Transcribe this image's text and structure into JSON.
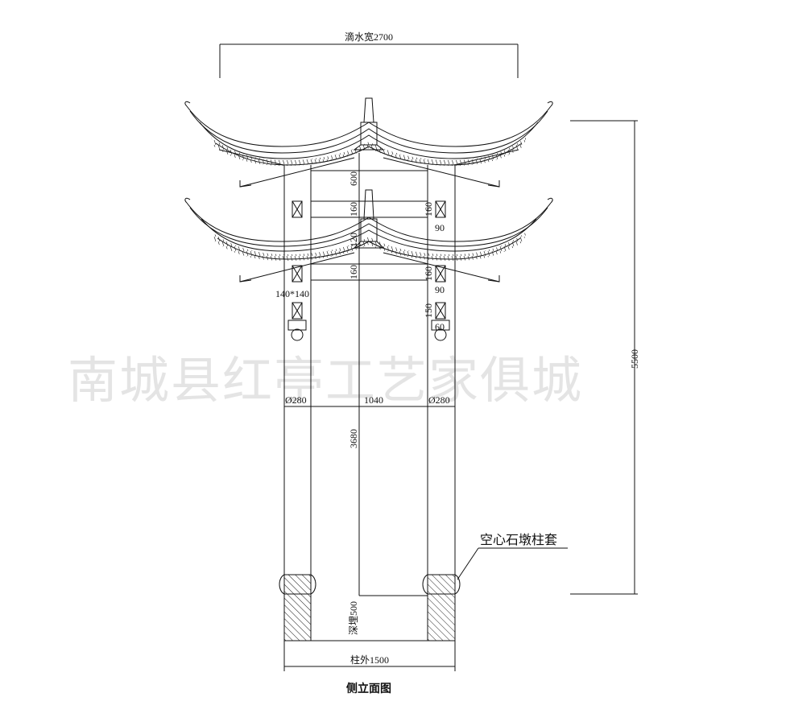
{
  "watermark": "南城县红亭工艺家俱城",
  "title": "侧立面图",
  "callout": "空心石墩柱套",
  "dimensions": {
    "eave_width": "滴水宽2700",
    "total_height": "5500",
    "col_spacing": "1040",
    "col_left": "Ø280",
    "col_right": "Ø280",
    "col_height": "3680",
    "burial": "深埋500",
    "outer_width": "柱外1500",
    "beam_section": "140*140",
    "d600": "600",
    "d160_a": "160",
    "d120": "120",
    "d160_b": "160",
    "r160_a": "160",
    "r90_a": "90",
    "r160_b": "160",
    "r90_b": "90",
    "r150": "150",
    "r60": "60"
  }
}
